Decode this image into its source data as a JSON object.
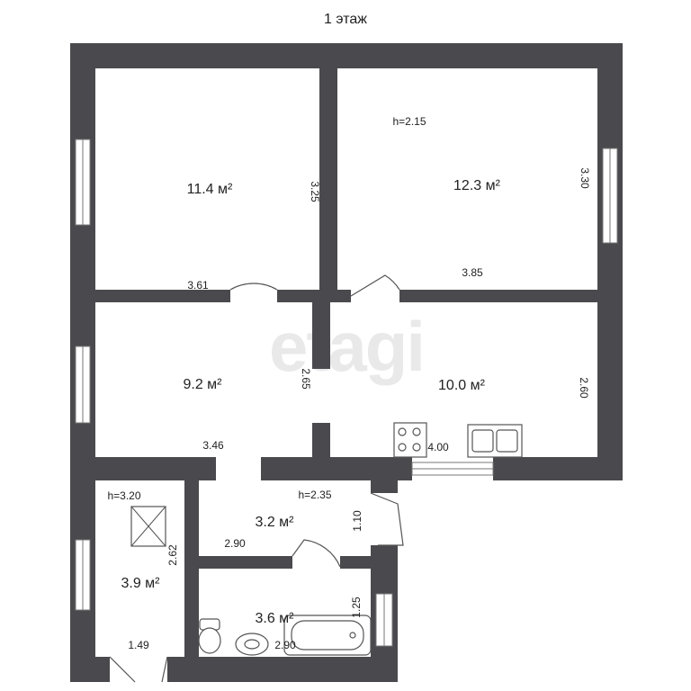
{
  "floor_title": "1 этаж",
  "watermark": "etagi",
  "rooms": [
    {
      "id": "r1",
      "area": "11.4 м²",
      "dim_w": "3.61",
      "dim_h": "3.25"
    },
    {
      "id": "r2",
      "area": "12.3 м²",
      "dim_w": "3.85",
      "dim_h": "3.30",
      "height": "h=2.15"
    },
    {
      "id": "r3",
      "area": "9.2 м²",
      "dim_w": "3.46",
      "dim_h": "2.65"
    },
    {
      "id": "r4",
      "area": "10.0 м²",
      "dim_w": "4.00",
      "dim_h": "2.60"
    },
    {
      "id": "r5",
      "area": "3.2 м²",
      "dim_w": "2.90",
      "dim_h": "1.10",
      "height": "h=2.35"
    },
    {
      "id": "r6",
      "area": "3.9 м²",
      "dim_w": "1.49",
      "dim_h": "2.62",
      "height": "h=3.20"
    },
    {
      "id": "r7",
      "area": "3.6 м²",
      "dim_w": "2.90",
      "dim_h": "1.25"
    }
  ],
  "colors": {
    "wall": "#4a4a4e",
    "background": "#ffffff",
    "watermark": "#e9e9ea"
  }
}
